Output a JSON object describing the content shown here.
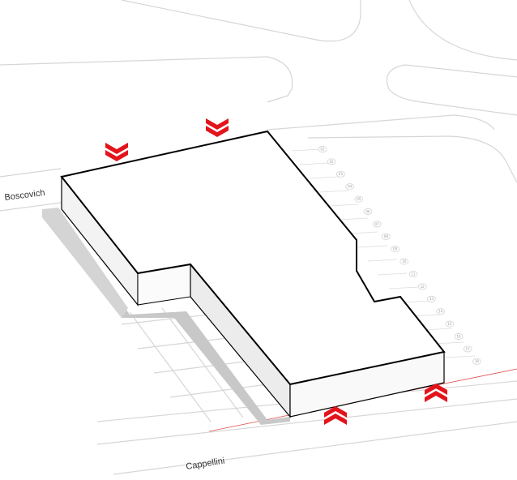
{
  "streets": {
    "north": "Boscovich",
    "south": "Cappellini"
  },
  "parking_numbers": [
    "01",
    "02",
    "03",
    "04",
    "05",
    "06",
    "07",
    "08",
    "09",
    "10",
    "11",
    "12",
    "13",
    "14",
    "15",
    "16",
    "17",
    "18"
  ],
  "entrances": {
    "count": 4,
    "color": "#e3141c"
  },
  "colors": {
    "background": "#ffffff",
    "building_roof": "#ffffff",
    "building_wall_light": "#f3f3f3",
    "building_wall_dark": "#d9d9d9",
    "shadow": "#c8c8c8",
    "outline": "#000000",
    "context_lines": "#d6d6d6",
    "boundary": "#e05050"
  }
}
